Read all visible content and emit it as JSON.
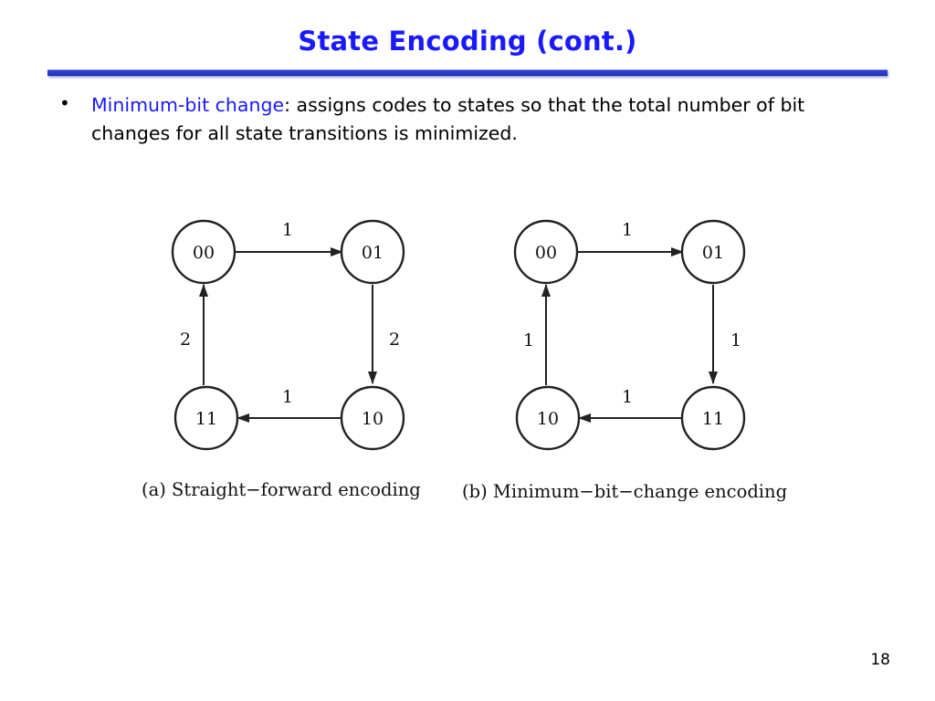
{
  "slide": {
    "title": "State Encoding (cont.)",
    "page_number": "18"
  },
  "bullet": {
    "symbol": "•",
    "term": "Minimum-bit change",
    "text": ": assigns codes to states so that the total number of bit changes for all state transitions is minimized."
  },
  "colors": {
    "title": "#1a1aff",
    "term": "#1a1aff",
    "rule": "#2b3bd0"
  },
  "diagrams": [
    {
      "id": "a",
      "caption": "(a)  Straight−forward encoding",
      "nodes": {
        "top_left": "00",
        "top_right": "01",
        "bottom_right": "10",
        "bottom_left": "11"
      },
      "edges": {
        "top": "1",
        "right": "2",
        "bottom": "1",
        "left": "2"
      }
    },
    {
      "id": "b",
      "caption": "(b)  Minimum−bit−change encoding",
      "nodes": {
        "top_left": "00",
        "top_right": "01",
        "bottom_right": "11",
        "bottom_left": "10"
      },
      "edges": {
        "top": "1",
        "right": "1",
        "bottom": "1",
        "left": "1"
      }
    }
  ]
}
